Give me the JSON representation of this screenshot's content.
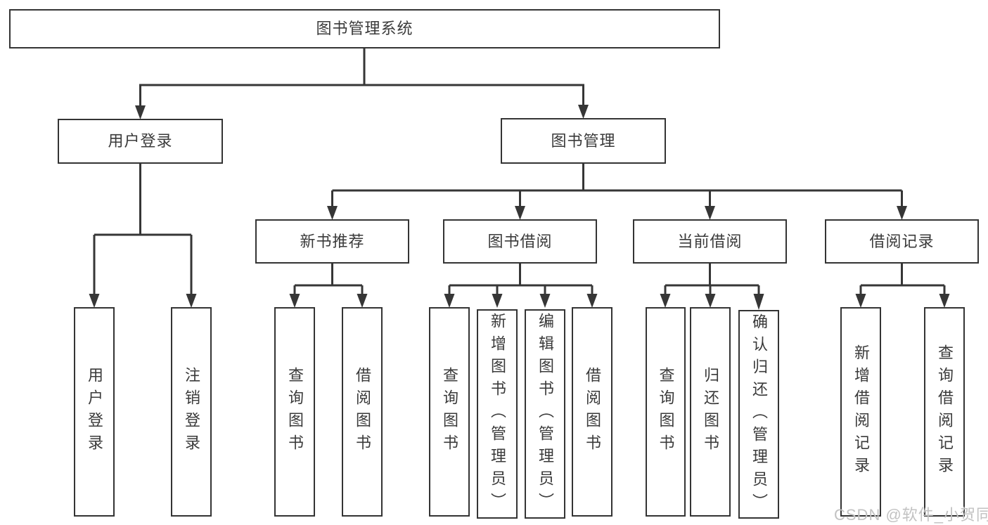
{
  "tree": {
    "root": {
      "label": "图书管理系统"
    },
    "branches": [
      {
        "label": "用户登录",
        "children": [
          {
            "label": "用户登录"
          },
          {
            "label": "注销登录"
          }
        ]
      },
      {
        "label": "图书管理",
        "children": [
          {
            "label": "新书推荐",
            "children": [
              {
                "label": "查询图书"
              },
              {
                "label": "借阅图书"
              }
            ]
          },
          {
            "label": "图书借阅",
            "children": [
              {
                "label": "查询图书"
              },
              {
                "label": "新增图书（管理员）"
              },
              {
                "label": "编辑图书（管理员）"
              },
              {
                "label": "借阅图书"
              }
            ]
          },
          {
            "label": "当前借阅",
            "children": [
              {
                "label": "查询图书"
              },
              {
                "label": "归还图书"
              },
              {
                "label": "确认归还（管理员）"
              }
            ]
          },
          {
            "label": "借阅记录",
            "children": [
              {
                "label": "新增借阅记录"
              },
              {
                "label": "查询借阅记录"
              }
            ]
          }
        ]
      }
    ]
  },
  "watermark": {
    "text": "CSDN @软件_小贺同学"
  },
  "colors": {
    "line": "#363636",
    "text": "#3a3a3a",
    "box_background": "#ffffff",
    "page_background": "#ffffff",
    "watermark": "#c2c2c2"
  }
}
